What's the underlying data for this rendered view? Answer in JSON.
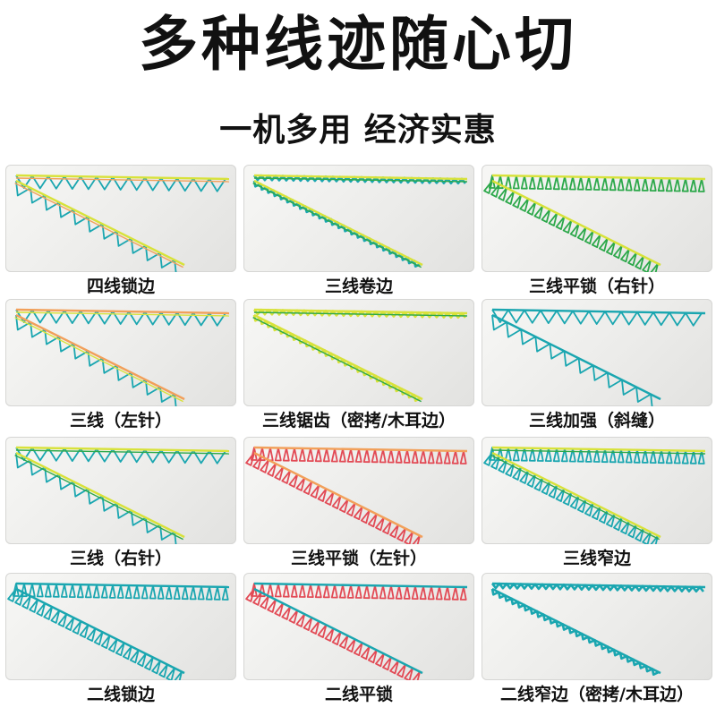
{
  "title": "多种线迹随心切",
  "subtitle": "一机多用 经济实惠",
  "colors": {
    "teal": "#1aa6b0",
    "green": "#2ca84a",
    "yellow": "#d8e23a",
    "orange": "#f2a05a",
    "red": "#e24a55"
  },
  "samples": [
    {
      "label": "四线锁边",
      "style": "zigzag",
      "main": "teal",
      "edge": "yellow",
      "edge2": "orange"
    },
    {
      "label": "三线卷边",
      "style": "rolled",
      "main": "teal",
      "edge": "yellow",
      "edge2": "green"
    },
    {
      "label": "三线平锁（右针）",
      "style": "loops",
      "main": "green",
      "edge": "yellow",
      "edge2": ""
    },
    {
      "label": "三线（左针）",
      "style": "zigzag",
      "main": "teal",
      "edge": "orange",
      "edge2": "yellow"
    },
    {
      "label": "三线锯齿（密拷/木耳边）",
      "style": "rolled",
      "main": "yellow",
      "edge": "yellow",
      "edge2": "green"
    },
    {
      "label": "三线加强（斜缝）",
      "style": "zigzag",
      "main": "teal",
      "edge": "teal",
      "edge2": ""
    },
    {
      "label": "三线（右针）",
      "style": "zigzag",
      "main": "teal",
      "edge": "yellow",
      "edge2": "green"
    },
    {
      "label": "三线平锁（左针）",
      "style": "loops",
      "main": "red",
      "edge": "orange",
      "edge2": ""
    },
    {
      "label": "三线窄边",
      "style": "loops",
      "main": "teal",
      "edge": "yellow",
      "edge2": "green"
    },
    {
      "label": "二线锁边",
      "style": "loops",
      "main": "teal",
      "edge": "teal",
      "edge2": ""
    },
    {
      "label": "二线平锁",
      "style": "loops",
      "main": "red",
      "edge": "teal",
      "edge2": ""
    },
    {
      "label": "二线窄边（密拷/木耳边）",
      "style": "rolled",
      "main": "teal",
      "edge": "teal",
      "edge2": ""
    }
  ]
}
